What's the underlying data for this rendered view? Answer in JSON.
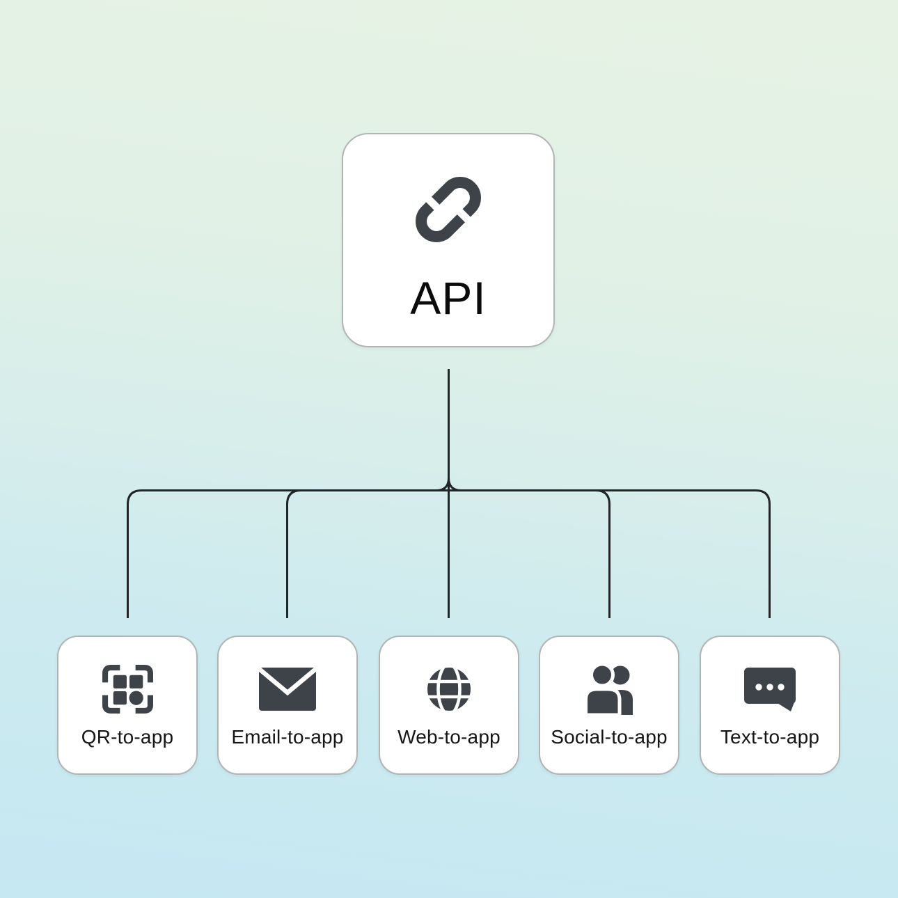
{
  "diagram": {
    "root": {
      "label": "API",
      "icon": "link-icon"
    },
    "children": [
      {
        "label": "QR-to-app",
        "icon": "qr-code-icon"
      },
      {
        "label": "Email-to-app",
        "icon": "email-icon"
      },
      {
        "label": "Web-to-app",
        "icon": "globe-icon"
      },
      {
        "label": "Social-to-app",
        "icon": "people-icon"
      },
      {
        "label": "Text-to-app",
        "icon": "chat-bubble-icon"
      }
    ],
    "colors": {
      "icon": "#3e434a",
      "connector_line": "#212528",
      "card_background": "#ffffff",
      "card_border": "#b1b4b4",
      "label_text": "#141516",
      "background_top": "#e6f3e4",
      "background_bottom": "#c6e8f2"
    }
  }
}
